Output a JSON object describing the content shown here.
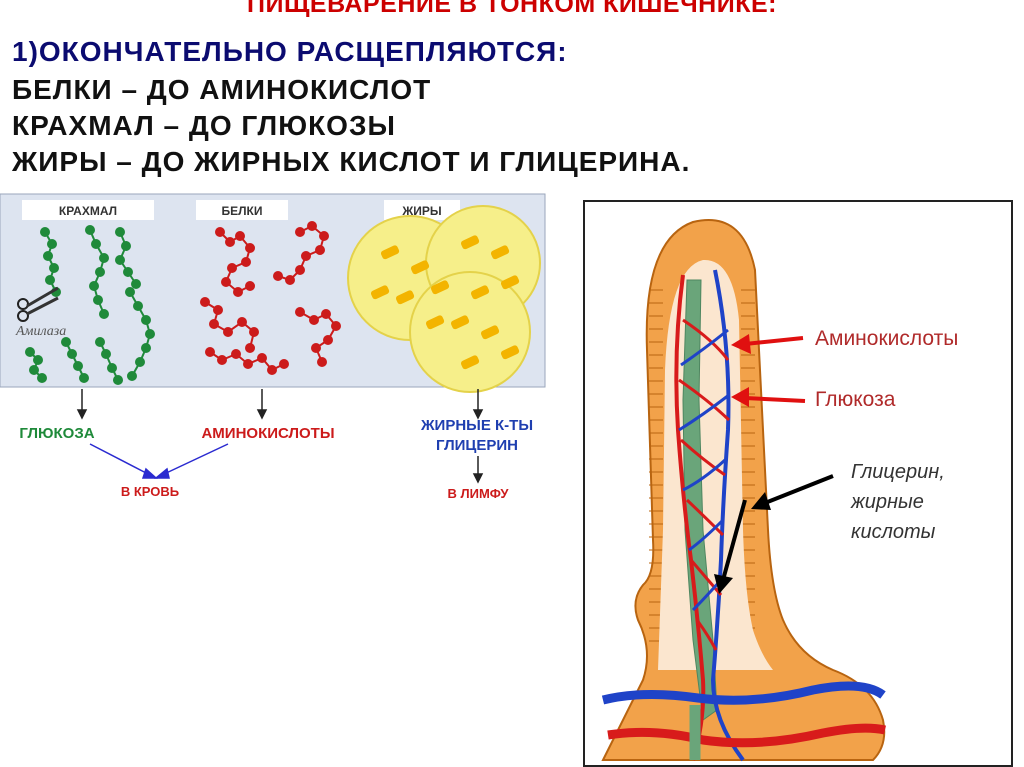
{
  "header": {
    "title": "ПИЩЕВАРЕНИЕ  В ТОНКОМ КИШЕЧНИКЕ:",
    "lines": [
      "1)ОКОНЧАТЕЛЬНО РАСЩЕПЛЯЮТСЯ:",
      "БЕЛКИ – ДО АМИНОКИСЛОТ",
      "КРАХМАЛ – ДО ГЛЮКОЗЫ",
      "ЖИРЫ – ДО ЖИРНЫХ КИСЛОТ И ГЛИЦЕРИНА."
    ]
  },
  "left_diagram": {
    "panel_labels": {
      "starch": "КРАХМАЛ",
      "proteins": "БЕЛКИ",
      "fats": "ЖИРЫ"
    },
    "enzyme_label": "Амилаза",
    "products": {
      "glucose": "ГЛЮКОЗА",
      "amino_acids": "АМИНОКИСЛОТЫ",
      "fatty_acids": "ЖИРНЫЕ К-ТЫ",
      "glycerol": "ГЛИЦЕРИН"
    },
    "destinations": {
      "blood": "В КРОВЬ",
      "lymph": "В ЛИМФУ"
    },
    "colors": {
      "glucose": "#1f8a3a",
      "amino_acids": "#cc1b1b",
      "fats": "#1f3fb0",
      "arrow_blue": "#2a2ad0"
    }
  },
  "right_diagram": {
    "labels": {
      "amino_acids": "Аминокислоты",
      "glucose": "Глюкоза",
      "glycerol_line1": "Глицерин,",
      "glycerol_line2": "жирные",
      "glycerol_line3": "кислоты"
    },
    "colors": {
      "label_red": "#b02a2a",
      "label_dark": "#333333",
      "arrow_red": "#e01010",
      "arrow_black": "#000000"
    }
  }
}
